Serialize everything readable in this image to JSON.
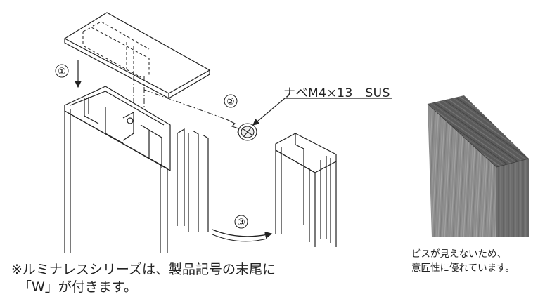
{
  "steps": {
    "one": "①",
    "two": "②",
    "three": "③"
  },
  "screw_label": "ナベM4×13　SUS",
  "note": {
    "line1": "※ルミナレスシリーズは、製品記号の末尾に",
    "line2": "「W」が付きます。"
  },
  "caption": {
    "line1": "ビスが見えないため、",
    "line2": "意匠性に優れています。"
  }
}
